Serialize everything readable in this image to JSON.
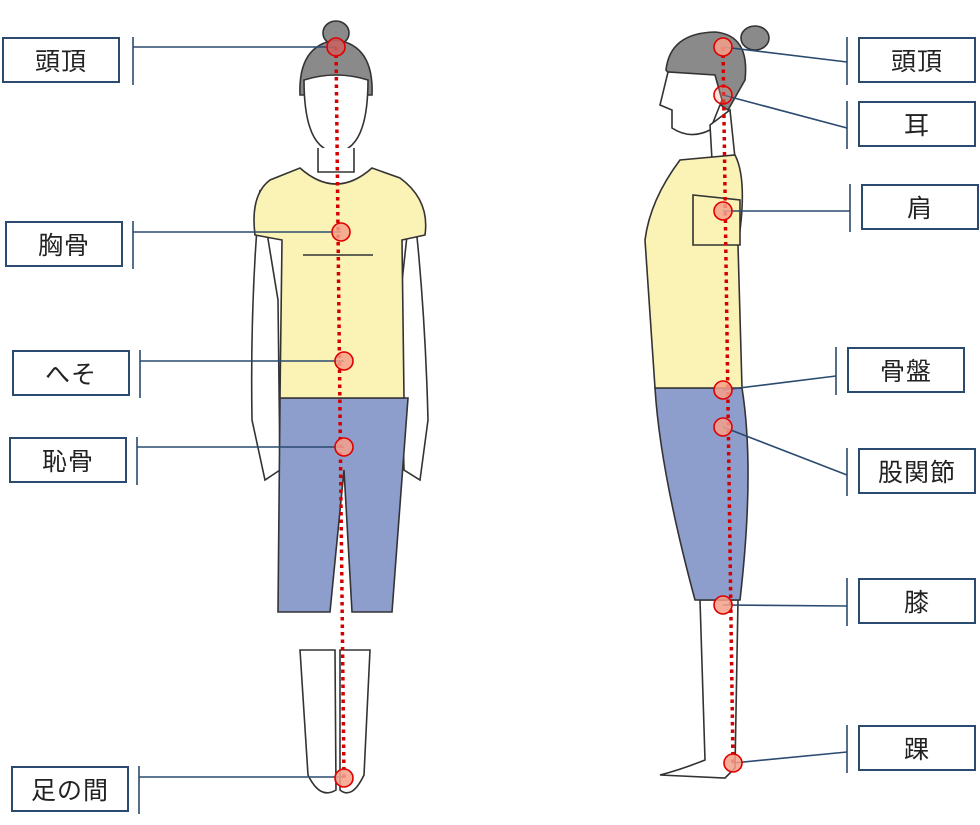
{
  "front_labels": {
    "crown": "頭頂",
    "sternum": "胸骨",
    "navel": "へそ",
    "pubis": "恥骨",
    "between_feet": "足の間"
  },
  "side_labels": {
    "crown": "頭頂",
    "ear": "耳",
    "shoulder": "肩",
    "pelvis": "骨盤",
    "hip_joint": "股関節",
    "knee": "膝",
    "ankle": "踝"
  },
  "colors": {
    "line": "#d40000",
    "marker_fill": "#f4a08a",
    "shirt": "#fbf3b5",
    "shorts": "#8d9dcc",
    "hair": "#8a8a8a",
    "leader": "#2b4a6f"
  }
}
